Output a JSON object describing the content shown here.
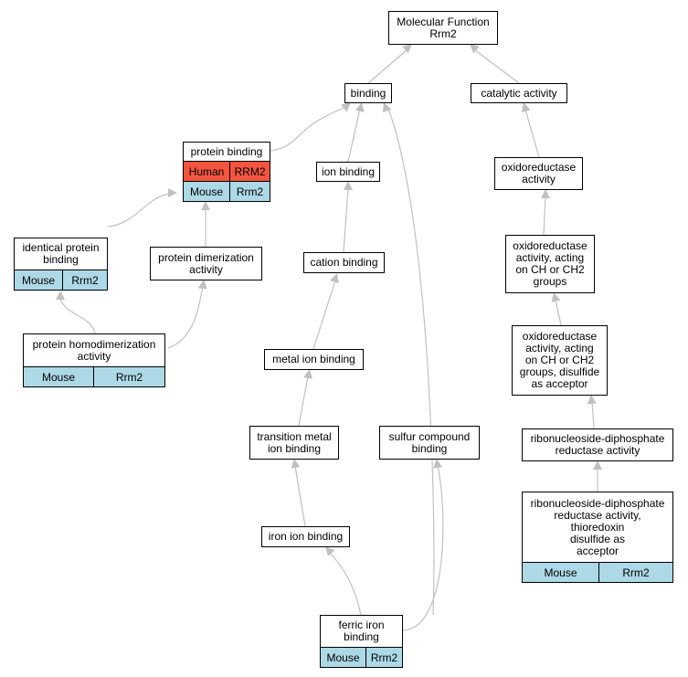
{
  "colors": {
    "edge": "#c0c0c0",
    "mouse_row": "#add8e6",
    "human_row": "#f4553f",
    "border": "#000000"
  },
  "nodes": {
    "mf": {
      "label": "Molecular Function\nRrm2"
    },
    "bind": {
      "label": "binding"
    },
    "cat": {
      "label": "catalytic activity"
    },
    "pb": {
      "label": "protein binding",
      "rows": [
        [
          "Human",
          "RRM2"
        ],
        [
          "Mouse",
          "Rrm2"
        ]
      ]
    },
    "ionb": {
      "label": "ion binding"
    },
    "oxa": {
      "label": "oxidoreductase\nactivity"
    },
    "ipb": {
      "label": "identical protein\nbinding",
      "rows": [
        [
          "Mouse",
          "Rrm2"
        ]
      ]
    },
    "pda": {
      "label": "protein dimerization\nactivity"
    },
    "catb": {
      "label": "cation binding"
    },
    "oxch": {
      "label": "oxidoreductase\nactivity, acting\non CH or CH2\ngroups"
    },
    "phda": {
      "label": "protein homodimerization\nactivity",
      "rows": [
        [
          "Mouse",
          "Rrm2"
        ]
      ]
    },
    "mib": {
      "label": "metal ion binding"
    },
    "oxds": {
      "label": "oxidoreductase\nactivity, acting\non CH or CH2\ngroups, disulfide\nas acceptor"
    },
    "tmib": {
      "label": "transition metal\nion binding"
    },
    "scb": {
      "label": "sulfur compound\nbinding"
    },
    "rdra": {
      "label": "ribonucleoside-diphosphate\nreductase activity"
    },
    "iib": {
      "label": "iron ion binding"
    },
    "rdrt": {
      "label": "ribonucleoside-diphosphate\nreductase activity,\nthioredoxin\ndisulfide as\nacceptor",
      "rows": [
        [
          "Mouse",
          "Rrm2"
        ]
      ]
    },
    "fib": {
      "label": "ferric iron\nbinding",
      "rows": [
        [
          "Mouse",
          "Rrm2"
        ]
      ]
    }
  }
}
